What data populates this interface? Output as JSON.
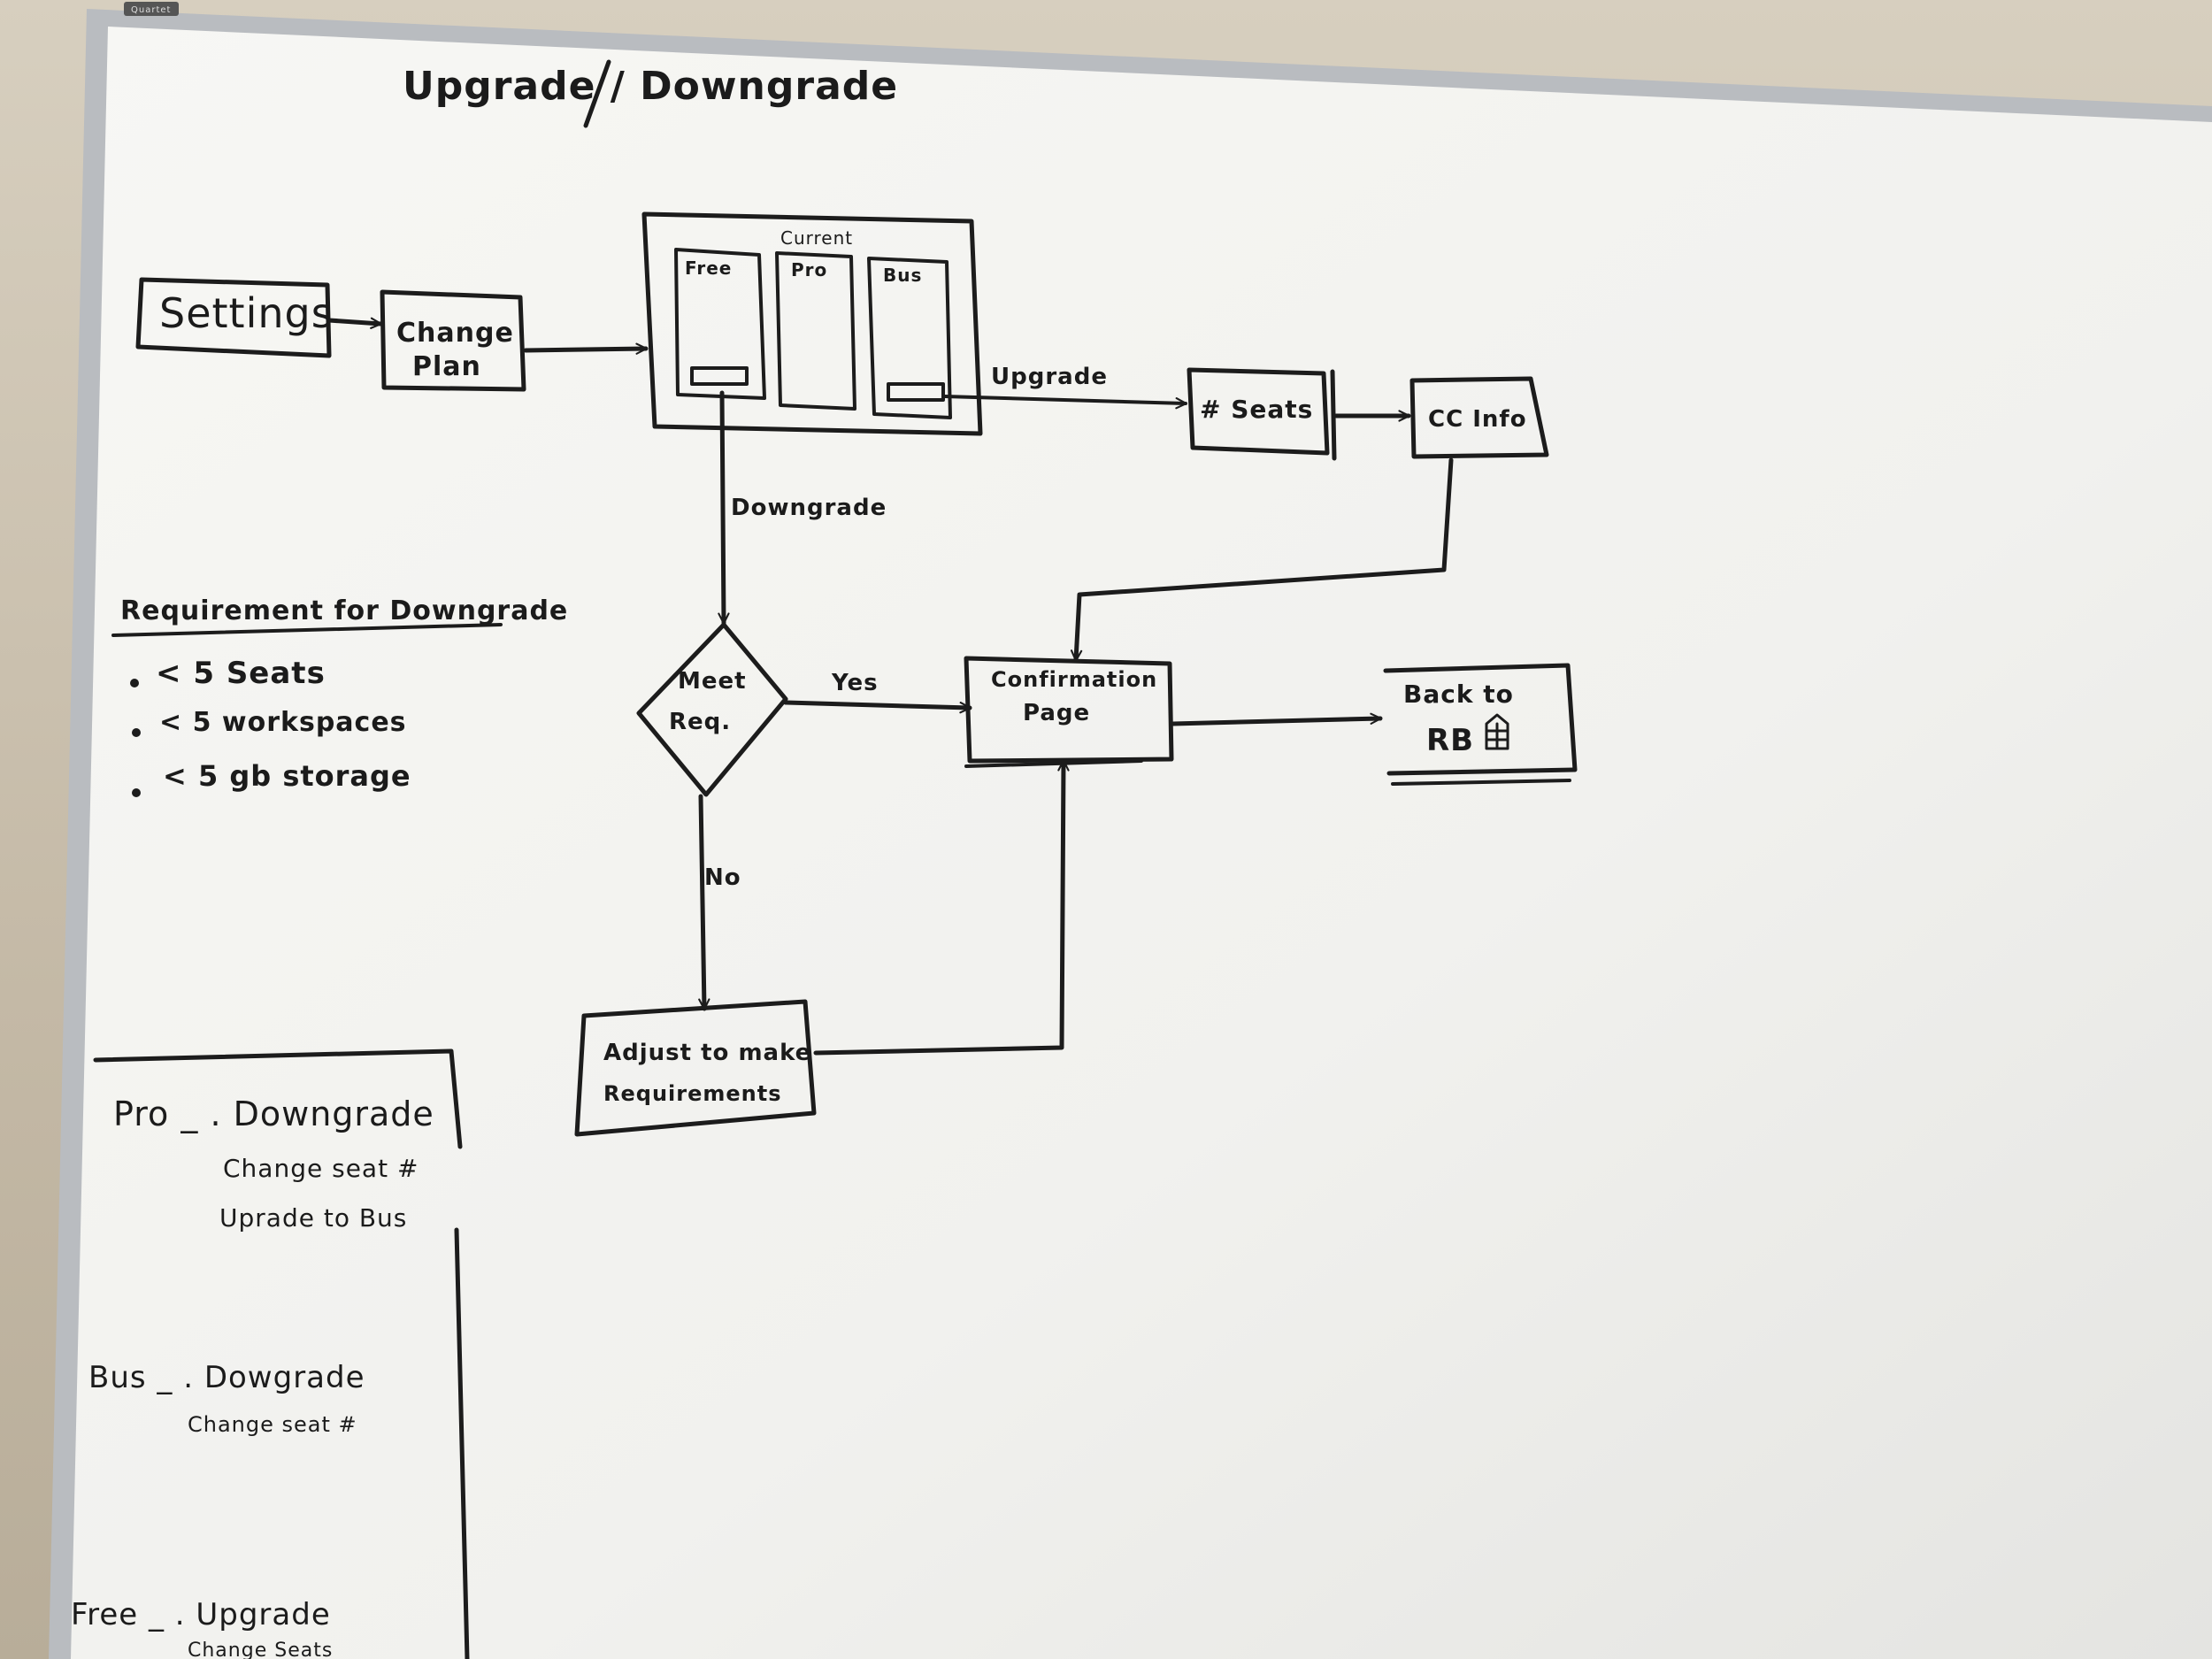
{
  "brand_label": "Quartet",
  "title": "Upgrade / Downgrade",
  "nodes": {
    "settings": "Settings",
    "change_plan_line1": "Change",
    "change_plan_line2": "Plan",
    "plans_box_heading": "Current",
    "plan_free": "Free",
    "plan_pro": "Pro",
    "plan_bus": "Bus",
    "seats": "# Seats",
    "cc_info": "CC Info",
    "meet_req_line1": "Meet",
    "meet_req_line2": "Req.",
    "confirmation_line1": "Confirmation",
    "confirmation_line2": "Page",
    "back_to_line1": "Back to",
    "back_to_line2": "RB",
    "adjust_line1": "Adjust to make",
    "adjust_line2": "Requirements"
  },
  "edges": {
    "upgrade": "Upgrade",
    "downgrade": "Downgrade",
    "yes": "Yes",
    "no": "No"
  },
  "requirements": {
    "heading": "Requirement for Downgrade",
    "items": [
      "< 5 Seats",
      "< 5 workspaces",
      "< 5 gb storage"
    ]
  },
  "notes": {
    "pro_heading": "Pro _ . Downgrade",
    "pro_items": [
      "Change seat #",
      "Uprade to Bus"
    ],
    "bus_heading": "Bus _ . Dowgrade",
    "bus_items": [
      "Change seat #"
    ],
    "free_heading": "Free _ . Upgrade",
    "free_items": [
      "Change Seats"
    ]
  },
  "colors": {
    "ink": "#1c1c1c",
    "board": "#f4f4f1",
    "frame": "#b9bcc0",
    "wall": "#c9bfae"
  }
}
